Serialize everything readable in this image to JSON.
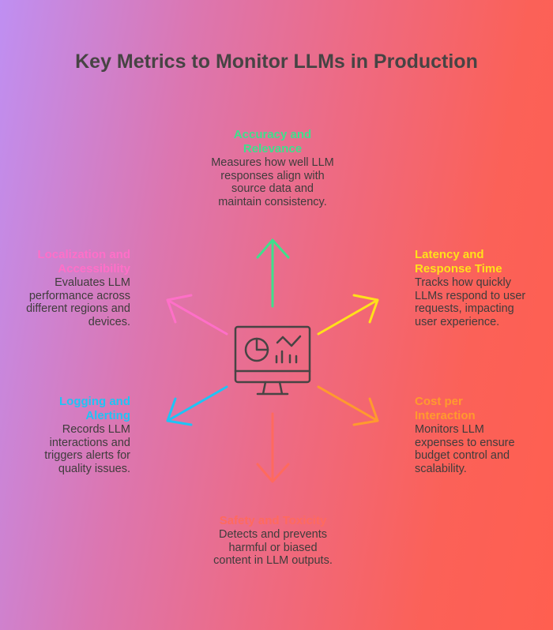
{
  "title": "Key Metrics to Monitor LLMs in Production",
  "center_icon": "monitor-dashboard-icon",
  "metrics": [
    {
      "title": "Accuracy and Relevance",
      "description": "Measures how well LLM responses align with source data and maintain consistency.",
      "color": "#3ee08c"
    },
    {
      "title": "Latency and Response Time",
      "description": "Tracks how quickly LLMs respond to user requests, impacting user experience.",
      "color": "#ffe11a"
    },
    {
      "title": "Cost per Interaction",
      "description": "Monitors LLM expenses to ensure budget control and scalability.",
      "color": "#ff9a2e"
    },
    {
      "title": "Safety and Toxicity",
      "description": "Detects and prevents harmful or biased content in LLM outputs.",
      "color": "#ff6a5e"
    },
    {
      "title": "Logging and Alerting",
      "description": "Records LLM interactions and triggers alerts for quality issues.",
      "color": "#1ec4f5"
    },
    {
      "title": "Localization and Accessibility",
      "description": "Evaluates LLM performance across different regions and devices.",
      "color": "#ff6fc8"
    }
  ]
}
